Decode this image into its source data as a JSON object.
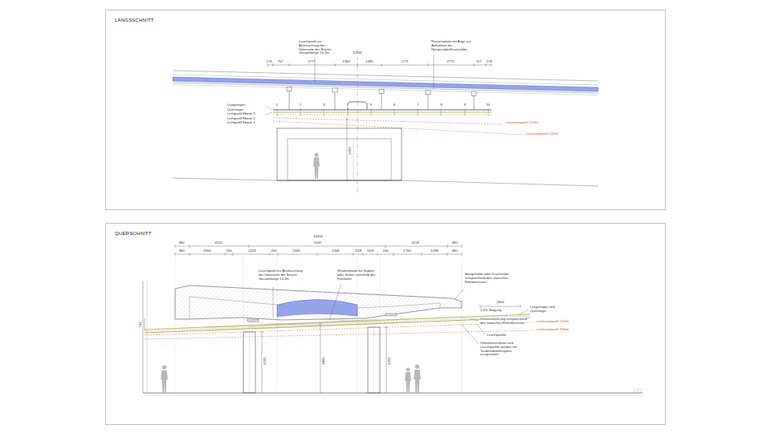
{
  "diagram": {
    "nodes": [
      {
        "text": [
          "LÄNGSSCHNITT"
        ]
      },
      {
        "text": [
          "QUERSCHNITT"
        ]
      }
    ],
    "labels": [
      "Leuchtprofil zur Ausleuchtung der Unterseite der Brücke Gesamtlänge 14,2m",
      "Flanschplatte mit Auge zur Aufnahme der Hängestäbe/Druckstäbe",
      "12952",
      "178",
      "757",
      "2771",
      "1384",
      "1385",
      "2771",
      "2771",
      "757",
      "178",
      "1",
      "2",
      "3",
      "4",
      "5",
      "6",
      "7",
      "8",
      "9",
      "10",
      "Längsträger",
      "Querträger",
      "Lichtprofil Ebene 3",
      "Lichtprofil Ebene 2",
      "Lichtprofil Ebene 1",
      "Lichtraumprofil 3,50m",
      "Lichtraumprofil 3,80m",
      "3450",
      "14300",
      "380",
      "4210",
      "7018",
      "4218",
      "380",
      "380",
      "2900",
      "200",
      "2229",
      "200",
      "2345",
      "2345",
      "1118",
      "1118",
      "200",
      "1700",
      "1298",
      "380",
      "Leuchtprofil zur Ausleuchtung der Unterseite der Brücke Gesamtlänge 14,2m",
      "Windverband mit Stäben oder Seilen unterhalb der Fahrbahn",
      "Hängestäbe oder Druckstäbe, entsprechend den statischen Erfordernissen",
      "2600",
      "2,5% Neigung",
      "Längsträger und Querträger",
      "Dimensionierung entsprechend den statischen Erfordernissen",
      "Lichtraumprofil 3,50m",
      "Lichtraumprofil 3,80m",
      "Leuchtprofile",
      "Unterkonstruktion und Leuchtprofile werden mit Taubenabwehrspikes ausgestattet",
      "762",
      "4295",
      "3855",
      "4295"
    ]
  }
}
